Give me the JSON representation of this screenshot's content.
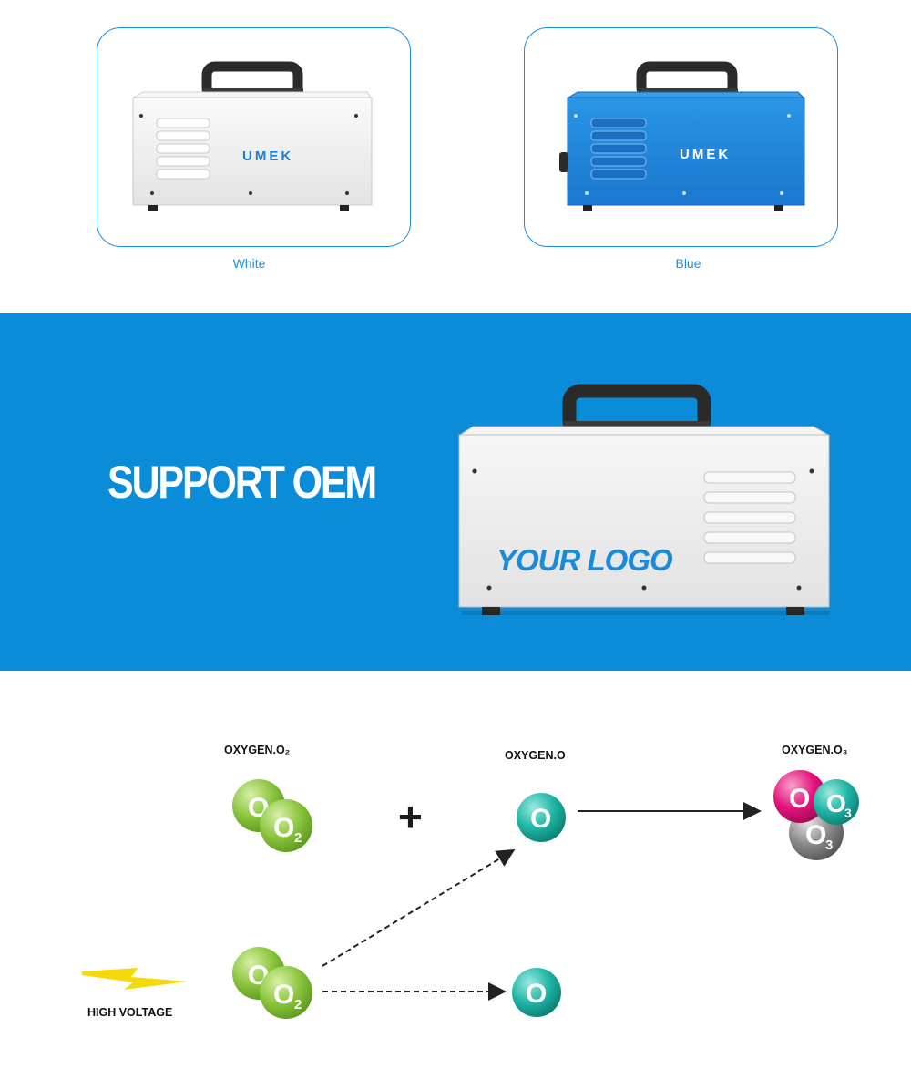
{
  "variants": {
    "items": [
      {
        "caption": "White",
        "body_color": "#f0f0f0",
        "brand": "UMEK"
      },
      {
        "caption": "Blue",
        "body_color": "#1e88dd",
        "brand": "UMEK"
      }
    ],
    "accent_color": "#1b8fdc"
  },
  "oem": {
    "title": "SUPPORT OEM",
    "logo_placeholder": "YOUR LOGO",
    "background_color": "#0b8cd9"
  },
  "diagram": {
    "labels": {
      "oxygen_o2": "OXYGEN.O₂",
      "oxygen_o": "OXYGEN.O",
      "oxygen_o3": "OXYGEN.O₃",
      "high_voltage": "HIGH VOLTAGE"
    },
    "operator": "+",
    "molecule_text": {
      "o2_first": "O",
      "o2_second": "O",
      "o2_subscript": "2",
      "o": "O",
      "o3_first": "O",
      "o3_second": "O",
      "o3_third": "O",
      "o3_subscript": "3"
    },
    "colors": {
      "o2_green": "#8cc63f",
      "o_teal": "#1fb5a6",
      "o3_pink": "#e4147c",
      "o3_gray": "#8a8a8a",
      "lightning_yellow": "#f5d90a"
    },
    "icons": [
      "lightning-bolt-icon",
      "arrow-icon",
      "dashed-arrow-icon"
    ]
  }
}
